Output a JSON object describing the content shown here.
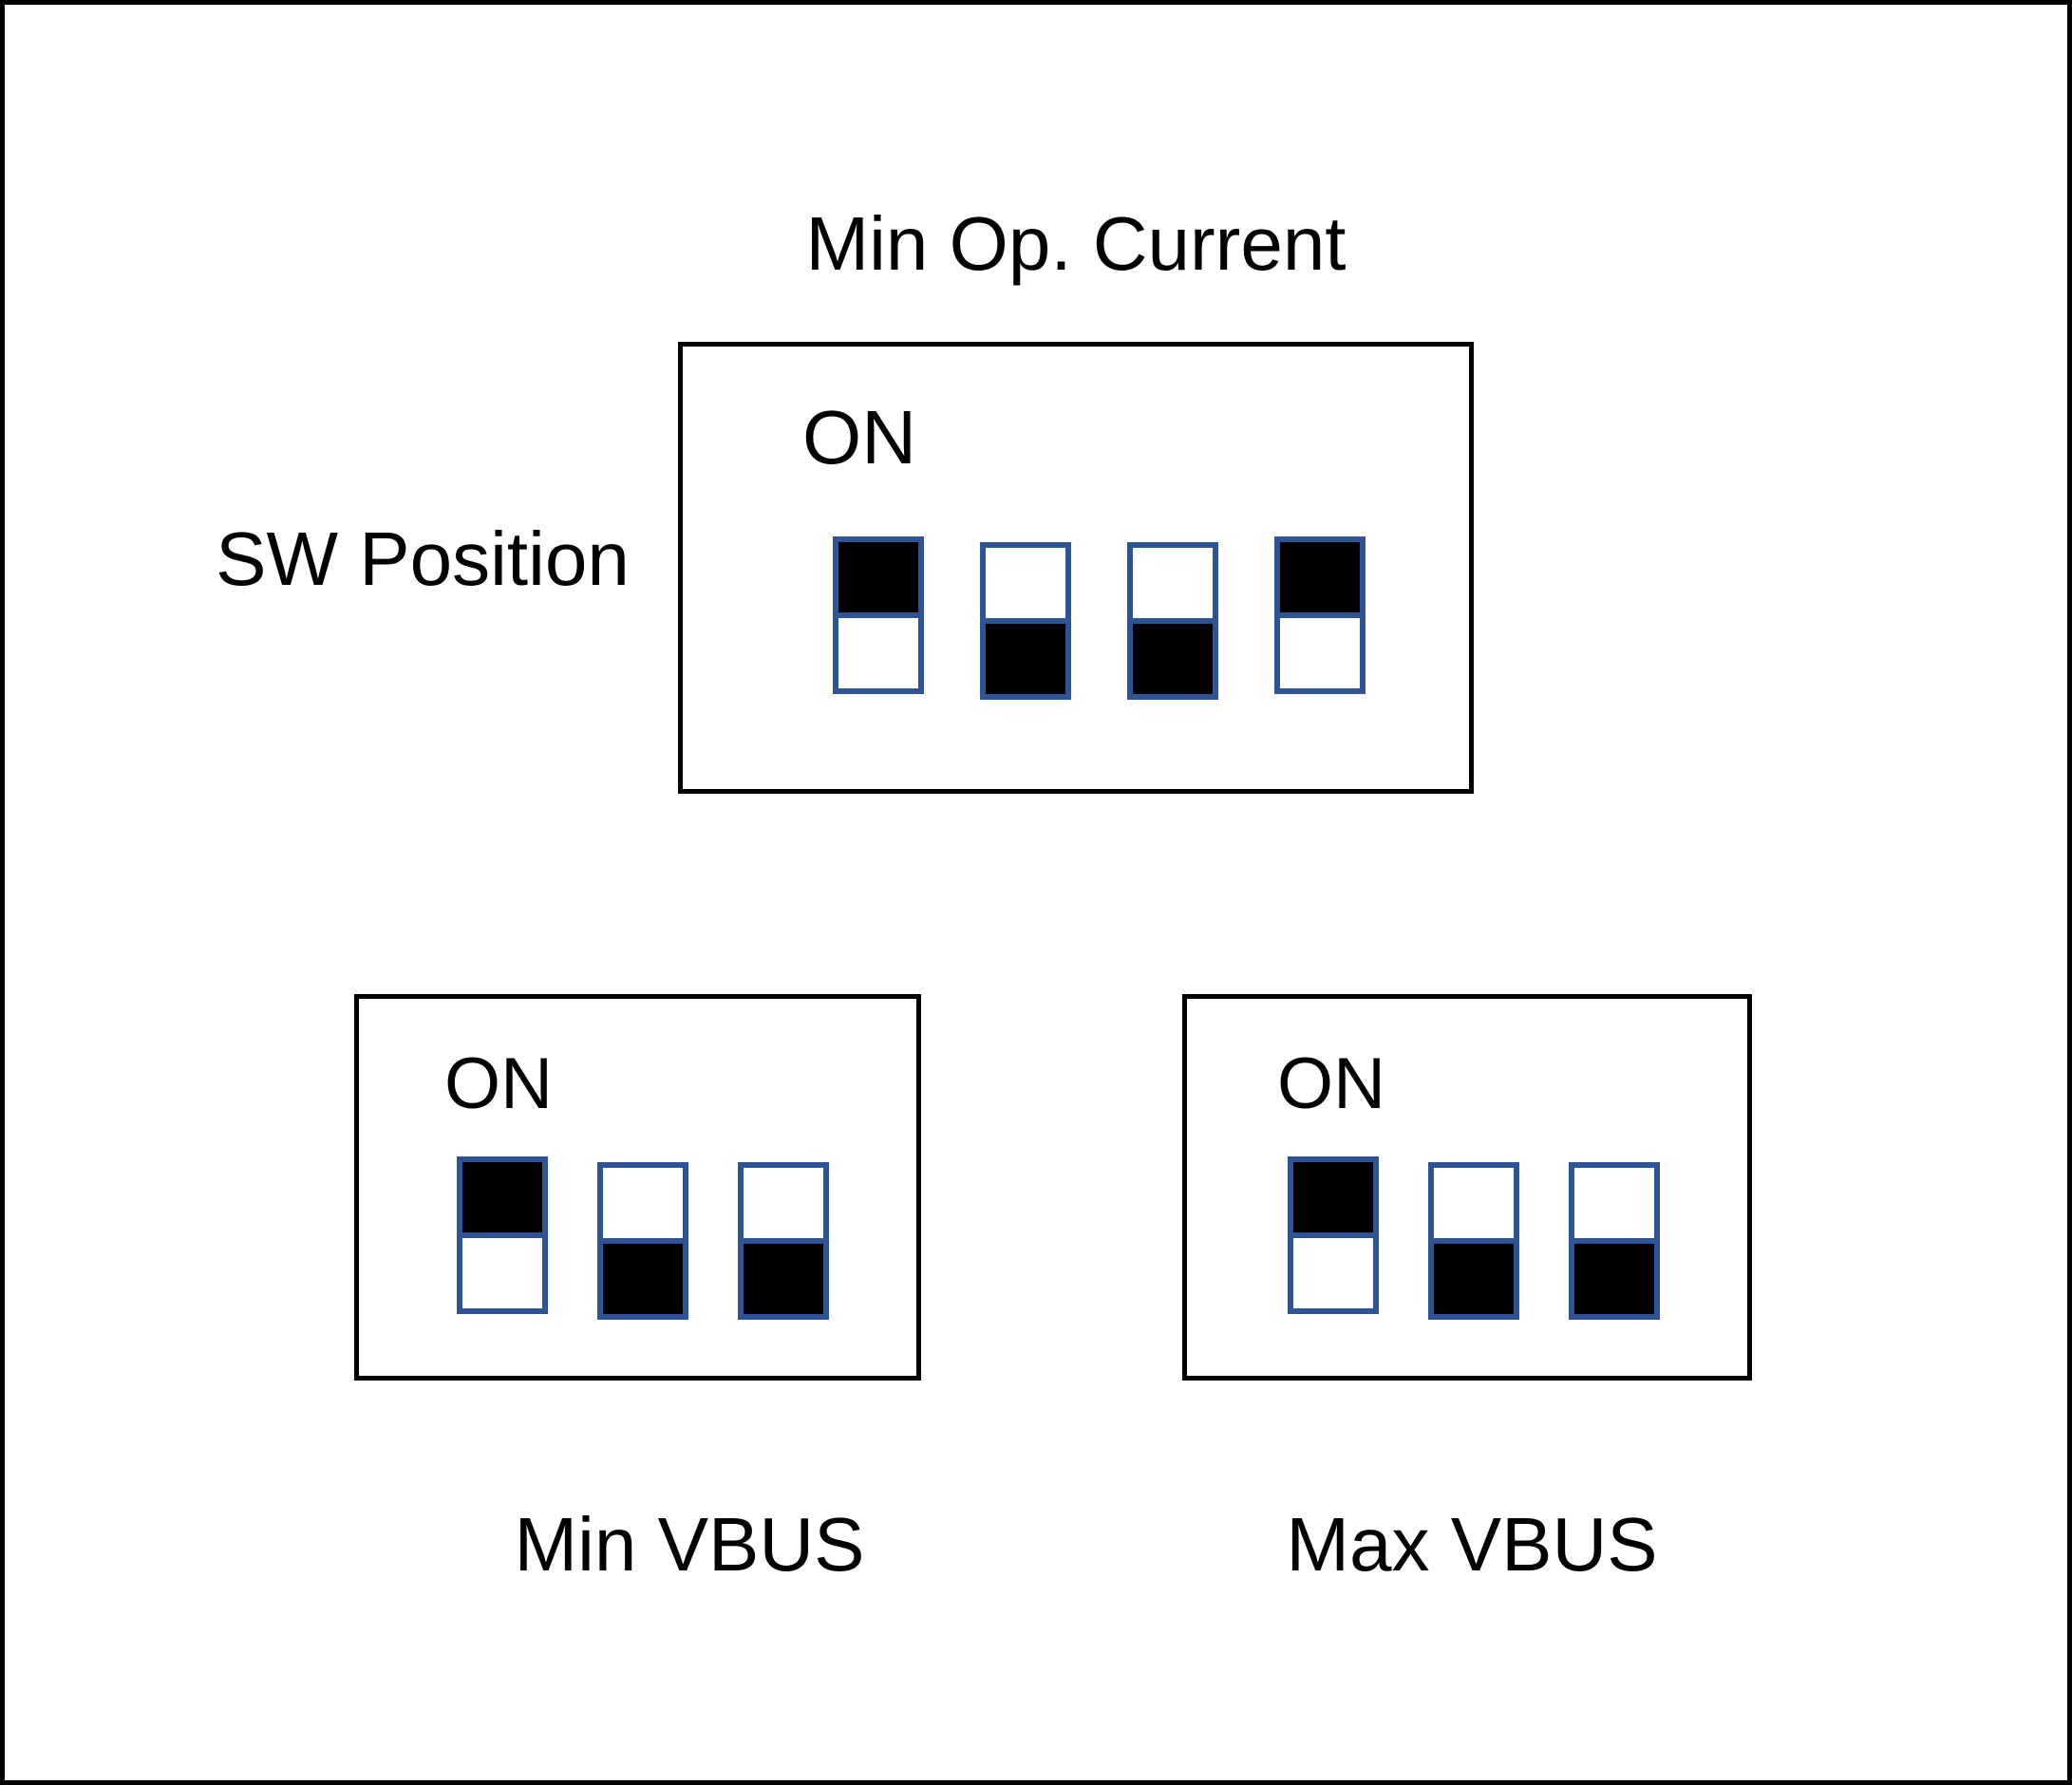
{
  "title": "Min Op. Current",
  "side_label": "SW Position",
  "colors": {
    "switch_border": "#2F5496",
    "switch_fill": "#000000",
    "box_border": "#000000",
    "background": "#ffffff"
  },
  "panels": [
    {
      "name": "min-op-current",
      "on_label": "ON",
      "switch_count": 4,
      "positions": [
        "up",
        "down",
        "down",
        "up"
      ]
    },
    {
      "name": "min-vbus",
      "on_label": "ON",
      "switch_count": 3,
      "positions": [
        "up",
        "down",
        "down"
      ],
      "caption": "Min VBUS"
    },
    {
      "name": "max-vbus",
      "on_label": "ON",
      "switch_count": 3,
      "positions": [
        "up",
        "down",
        "down"
      ],
      "caption": "Max VBUS"
    }
  ]
}
